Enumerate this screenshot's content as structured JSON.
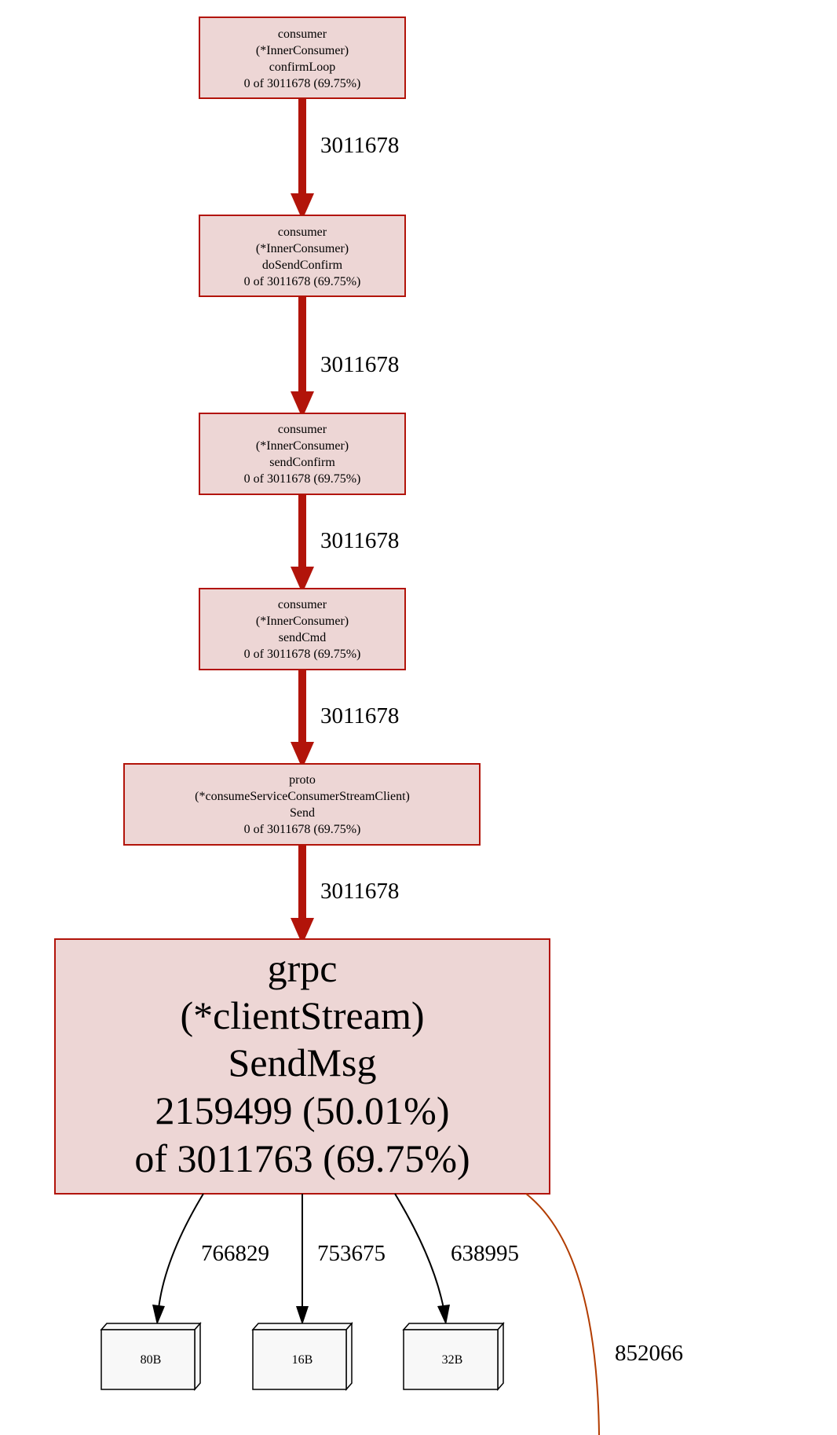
{
  "colors": {
    "hot_edge": "#b2140a",
    "hot_fill": "#edd6d5",
    "warm_edge": "#b23c00",
    "cold_edge": "#000000",
    "leaf_fill": "#f8f8f8"
  },
  "nodes": {
    "confirmLoop": {
      "lines": [
        "consumer",
        "(*InnerConsumer)",
        "confirmLoop",
        "0 of 3011678 (69.75%)"
      ]
    },
    "doSendConfirm": {
      "lines": [
        "consumer",
        "(*InnerConsumer)",
        "doSendConfirm",
        "0 of 3011678 (69.75%)"
      ]
    },
    "sendConfirm": {
      "lines": [
        "consumer",
        "(*InnerConsumer)",
        "sendConfirm",
        "0 of 3011678 (69.75%)"
      ]
    },
    "sendCmd": {
      "lines": [
        "consumer",
        "(*InnerConsumer)",
        "sendCmd",
        "0 of 3011678 (69.75%)"
      ]
    },
    "send": {
      "lines": [
        "proto",
        "(*consumeServiceConsumerStreamClient)",
        "Send",
        "0 of 3011678 (69.75%)"
      ]
    },
    "sendMsg": {
      "lines": [
        "grpc",
        "(*clientStream)",
        "SendMsg",
        "2159499 (50.01%)",
        "of 3011763 (69.75%)"
      ]
    }
  },
  "leaves": {
    "b80": "80B",
    "b16": "16B",
    "b32": "32B"
  },
  "edges": {
    "e1": "3011678",
    "e2": "3011678",
    "e3": "3011678",
    "e4": "3011678",
    "e5": "3011678",
    "e6": "766829",
    "e7": "753675",
    "e8": "638995",
    "e9": "852066"
  }
}
